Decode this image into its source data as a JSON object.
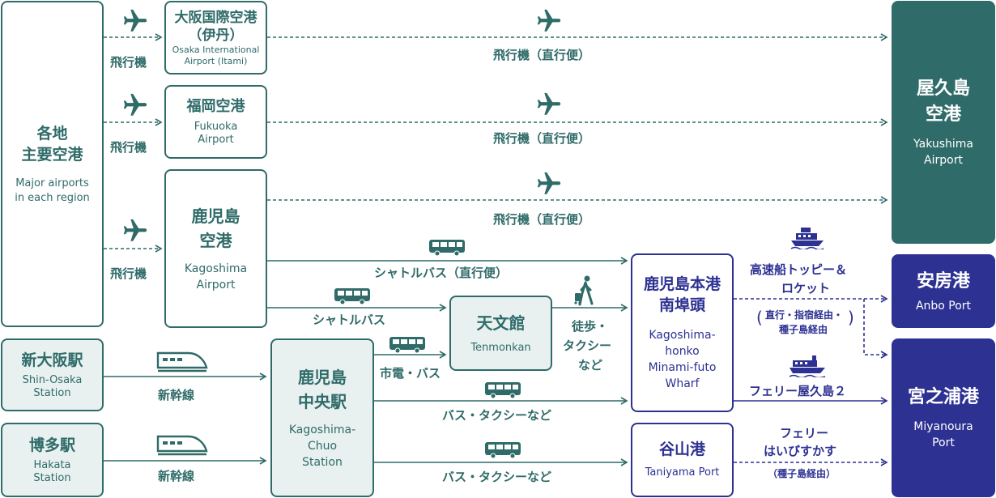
{
  "source": {
    "major_airports": {
      "ja_line1": "各地",
      "ja_line2": "主要空港",
      "en_line1": "Major airports",
      "en_line2": "in each region"
    },
    "shin_osaka": {
      "ja": "新大阪駅",
      "en_line1": "Shin-Osaka",
      "en_line2": "Station"
    },
    "hakata": {
      "ja": "博多駅",
      "en_line1": "Hakata",
      "en_line2": "Station"
    }
  },
  "hubs": {
    "itami": {
      "ja_line1": "大阪国際空港",
      "ja_line2": "（伊丹）",
      "en_line1": "Osaka International",
      "en_line2": "Airport (Itami)"
    },
    "fukuoka": {
      "ja": "福岡空港",
      "en_line1": "Fukuoka",
      "en_line2": "Airport"
    },
    "kagoshima_airport": {
      "ja_line1": "鹿児島",
      "ja_line2": "空港",
      "en_line1": "Kagoshima",
      "en_line2": "Airport"
    },
    "kagoshima_chuo": {
      "ja_line1": "鹿児島",
      "ja_line2": "中央駅",
      "en_line1": "Kagoshima-",
      "en_line2": "Chuo",
      "en_line3": "Station"
    },
    "tenmonkan": {
      "ja": "天文館",
      "en": "Tenmonkan"
    },
    "honko": {
      "ja_line1": "鹿児島本港",
      "ja_line2": "南埠頭",
      "en_line1": "Kagoshima-",
      "en_line2": "honko",
      "en_line3": "Minami-futo",
      "en_line4": "Wharf"
    },
    "taniyama": {
      "ja": "谷山港",
      "en": "Taniyama Port"
    }
  },
  "destinations": {
    "yakushima_airport": {
      "ja_line1": "屋久島",
      "ja_line2": "空港",
      "en_line1": "Yakushima",
      "en_line2": "Airport"
    },
    "anbo": {
      "ja": "安房港",
      "en": "Anbo Port"
    },
    "miyanoura": {
      "ja": "宮之浦港",
      "en_line1": "Miyanoura",
      "en_line2": "Port"
    }
  },
  "routes": {
    "flight": "飛行機",
    "flight_direct": "飛行機（直行便）",
    "shuttle_direct": "シャトルバス（直行便）",
    "shuttle": "シャトルバス",
    "city_tram_bus": "市電・バス",
    "walk_taxi_line1": "徒歩・",
    "walk_taxi_line2": "タクシー",
    "walk_taxi_line3": "など",
    "bus_taxi": "バス・タクシーなど",
    "shinkansen": "新幹線",
    "highspeed_line1": "高速船トッピー＆",
    "highspeed_line2": "ロケット",
    "highspeed_note_line1": "直行・指宿経由・",
    "highspeed_note_line2": "種子島経由",
    "ferry_yakushima": "フェリー屋久島２",
    "ferry_hai_line1": "フェリー",
    "ferry_hai_line2": "はいびすかす",
    "ferry_hai_note": "（種子島経由）"
  },
  "colors": {
    "teal": "#2f6b69",
    "navy": "#2d3192",
    "fill": "#e8f1f0"
  },
  "icons": [
    "airplane-icon",
    "bus-icon",
    "walker-icon",
    "shinkansen-icon",
    "ship-icon",
    "ferry-icon"
  ]
}
